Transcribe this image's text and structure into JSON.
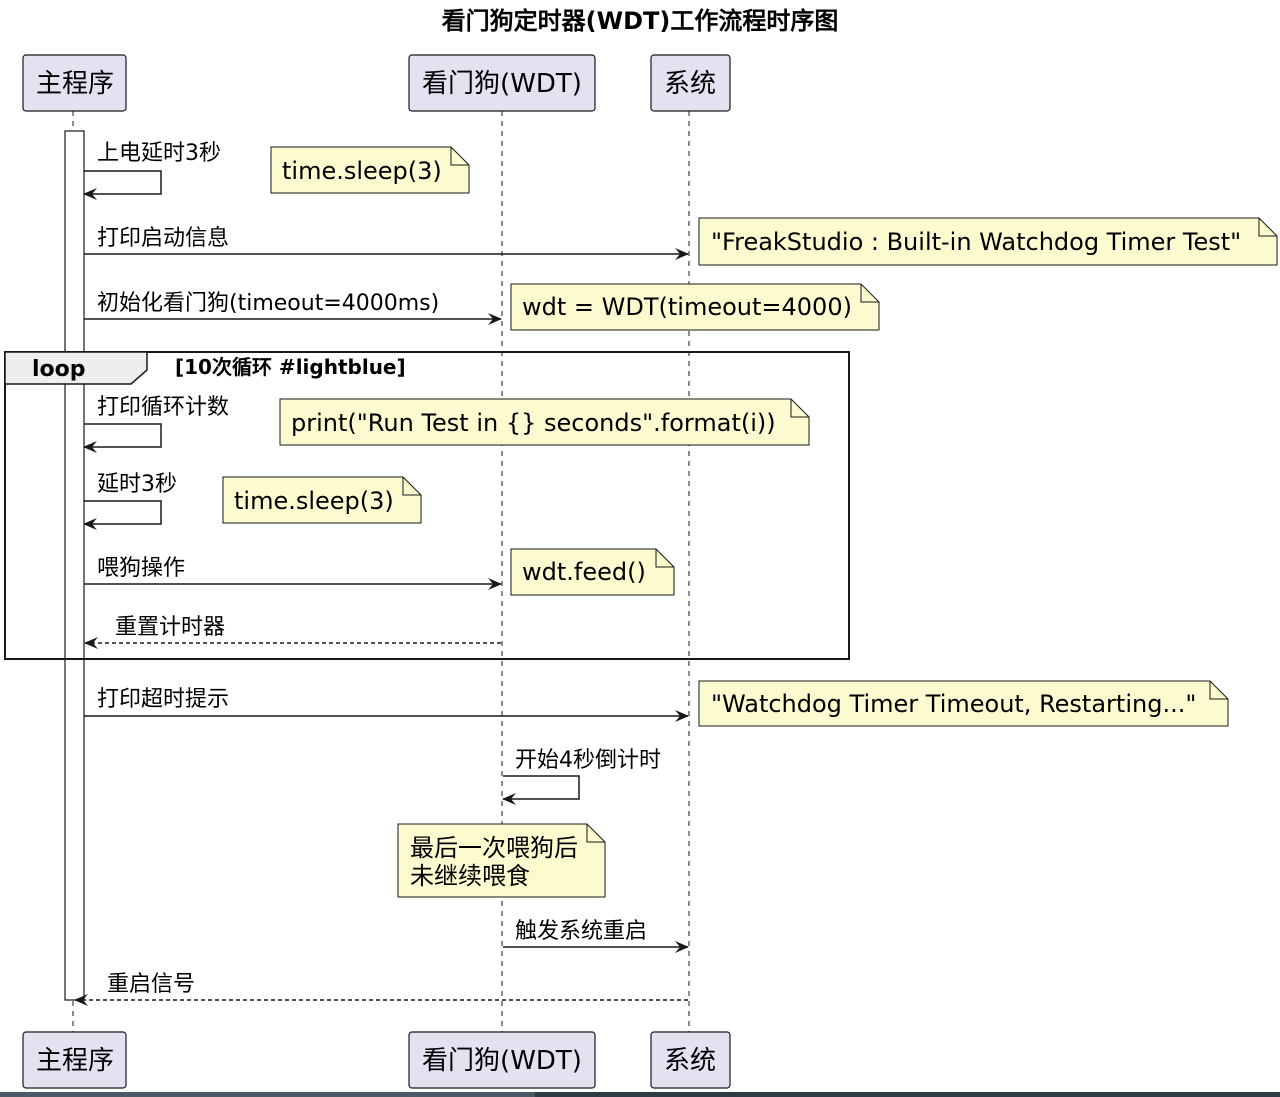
{
  "title": "看门狗定时器(WDT)工作流程时序图",
  "participants": [
    {
      "id": "main",
      "label": "主程序"
    },
    {
      "id": "wdt",
      "label": "看门狗(WDT)"
    },
    {
      "id": "sys",
      "label": "系统"
    }
  ],
  "messages": [
    {
      "id": "m1",
      "label": "上电延时3秒",
      "from": "main",
      "to": "main",
      "style": "solid"
    },
    {
      "id": "m2",
      "label": "打印启动信息",
      "from": "main",
      "to": "sys",
      "style": "solid"
    },
    {
      "id": "m3",
      "label": "初始化看门狗(timeout=4000ms)",
      "from": "main",
      "to": "wdt",
      "style": "solid"
    },
    {
      "id": "m4",
      "label": "打印循环计数",
      "from": "main",
      "to": "main",
      "style": "solid"
    },
    {
      "id": "m5",
      "label": "延时3秒",
      "from": "main",
      "to": "main",
      "style": "solid"
    },
    {
      "id": "m6",
      "label": "喂狗操作",
      "from": "main",
      "to": "wdt",
      "style": "solid"
    },
    {
      "id": "m7",
      "label": "重置计时器",
      "from": "wdt",
      "to": "main",
      "style": "dashed"
    },
    {
      "id": "m8",
      "label": "打印超时提示",
      "from": "main",
      "to": "sys",
      "style": "solid"
    },
    {
      "id": "m9",
      "label": "开始4秒倒计时",
      "from": "wdt",
      "to": "wdt",
      "style": "solid"
    },
    {
      "id": "m10",
      "label": "触发系统重启",
      "from": "wdt",
      "to": "sys",
      "style": "solid"
    },
    {
      "id": "m11",
      "label": "重启信号",
      "from": "sys",
      "to": "main",
      "style": "dashed"
    }
  ],
  "notes": [
    {
      "id": "n1",
      "lines": [
        "time.sleep(3)"
      ]
    },
    {
      "id": "n2",
      "lines": [
        "\"FreakStudio : Built-in Watchdog Timer Test\""
      ]
    },
    {
      "id": "n3",
      "lines": [
        "wdt = WDT(timeout=4000)"
      ]
    },
    {
      "id": "n4",
      "lines": [
        "print(\"Run Test in {} seconds\".format(i))"
      ]
    },
    {
      "id": "n5",
      "lines": [
        "time.sleep(3)"
      ]
    },
    {
      "id": "n6",
      "lines": [
        "wdt.feed()"
      ]
    },
    {
      "id": "n7",
      "lines": [
        "\"Watchdog Timer Timeout, Restarting...\""
      ]
    },
    {
      "id": "n8",
      "lines": [
        "最后一次喂狗后",
        "未继续喂食"
      ]
    }
  ],
  "loop": {
    "label": "loop",
    "condition": "[10次循环 #lightblue]"
  },
  "colors": {
    "participant_fill": "#e2e2f0",
    "participant_border": "#181818",
    "note_fill": "#fbfbcf",
    "note_border": "#181818",
    "line": "#181818",
    "activation_fill": "#ffffff"
  }
}
